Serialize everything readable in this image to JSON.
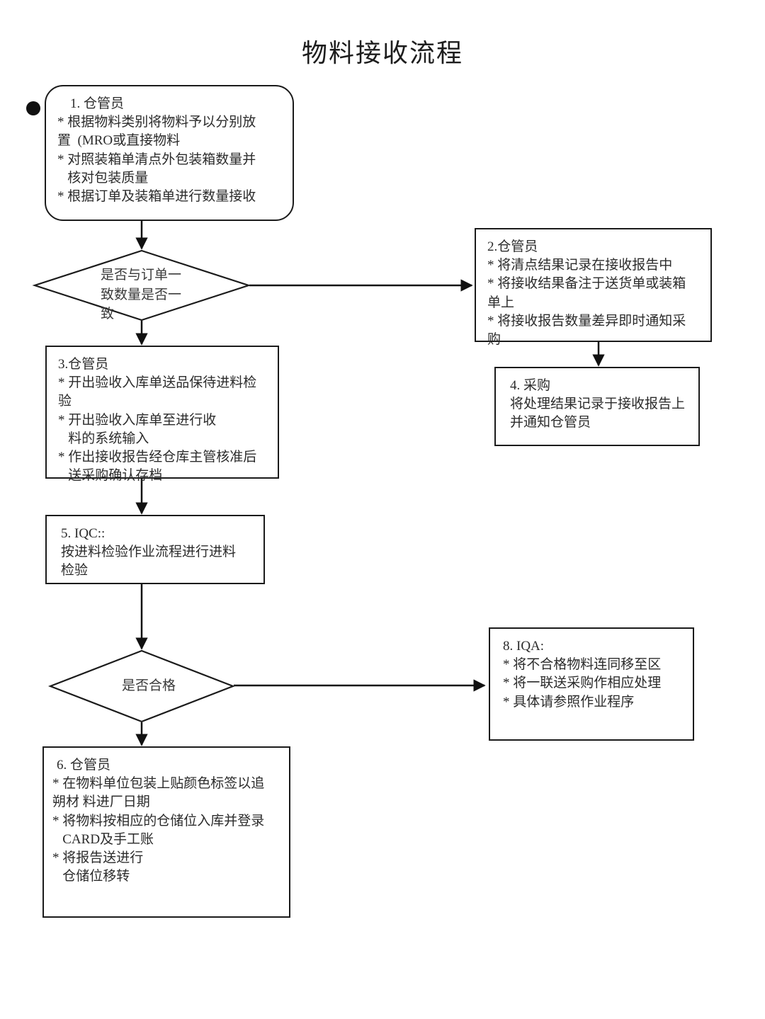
{
  "title": "物料接收流程",
  "nodes": {
    "n1": {
      "id": "1",
      "header": "1. 仓管员",
      "lines": [
        "* 根据物料类别将物料予以分别放",
        "置  (MRO或直接物料",
        "* 对照装箱单清点外包装箱数量并",
        "   核对包装质量",
        "* 根据订单及装箱单进行数量接收"
      ]
    },
    "d1": {
      "label": "是否与订单一\n致数量是否一\n致"
    },
    "n2": {
      "id": "2",
      "header": "2.仓管员",
      "lines": [
        "* 将清点结果记录在接收报告中",
        "* 将接收结果备注于送货单或装箱",
        "单上",
        "* 将接收报告数量差异即时通知采",
        "购"
      ]
    },
    "n4": {
      "id": "4",
      "header": "4. 采购",
      "lines": [
        "将处理结果记录于接收报告上",
        "并通知仓管员"
      ]
    },
    "n3": {
      "id": "3",
      "header": "3.仓管员",
      "lines": [
        "* 开出验收入库单送品保待进料检",
        "验",
        "* 开出验收入库单至进行收",
        "   料的系统输入",
        "* 作出接收报告经仓库主管核准后",
        "   送采购确认存档"
      ]
    },
    "n5": {
      "id": "5",
      "header": "5. IQC::",
      "lines": [
        "按进料检验作业流程进行进料",
        "检验"
      ]
    },
    "d2": {
      "label": "是否合格"
    },
    "n8": {
      "id": "8",
      "header": "8. IQA:",
      "lines": [
        "* 将不合格物料连同移至区",
        "* 将一联送采购作相应处理",
        "* 具体请参照作业程序"
      ]
    },
    "n6": {
      "id": "6",
      "header": "6. 仓管员",
      "lines": [
        "* 在物料单位包装上贴颜色标签以追",
        "朔材 料进厂日期",
        "* 将物料按相应的仓储位入库并登录",
        "   CARD及手工账",
        "* 将报告送进行",
        "   仓储位移转"
      ]
    }
  },
  "colors": {
    "stroke": "#1b1b1b",
    "text": "#2b2b2b",
    "background": "#ffffff"
  }
}
